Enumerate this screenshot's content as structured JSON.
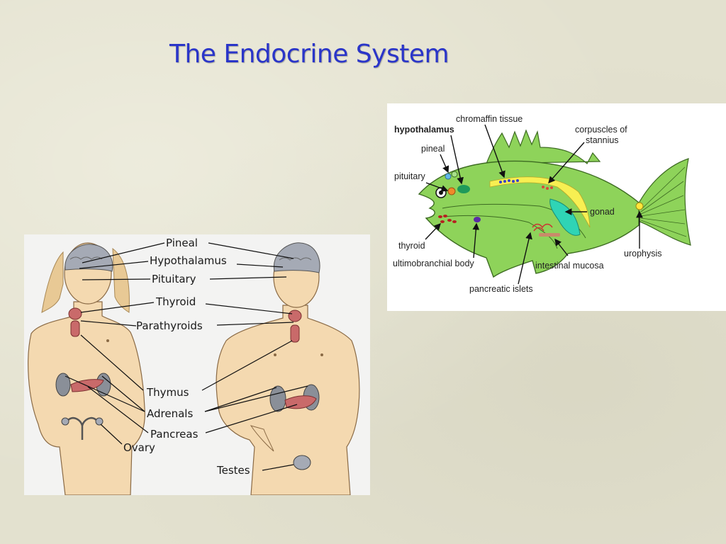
{
  "title": "The Endocrine System",
  "human_diagram": {
    "labels": {
      "pineal": "Pineal",
      "hypothalamus": "Hypothalamus",
      "pituitary": "Pituitary",
      "thyroid": "Thyroid",
      "parathyroids": "Parathyroids",
      "thymus": "Thymus",
      "adrenals": "Adrenals",
      "pancreas": "Pancreas",
      "ovary": "Ovary",
      "testes": "Testes"
    }
  },
  "fish_diagram": {
    "labels": {
      "chromaffin": "chromaffin tissue",
      "hypothalamus": "hypothalamus",
      "corpuscles_1": "corpuscles of",
      "corpuscles_2": "stannius",
      "pineal": "pineal",
      "pituitary": "pituitary",
      "gonad": "gonad",
      "thyroid": "thyroid",
      "urophysis": "urophysis",
      "ultimobranchial": "ultimobranchial body",
      "intestinal": "intestinal mucosa",
      "pancreatic": "pancreatic islets"
    }
  },
  "colors": {
    "title": "#2a35c9",
    "fish_body": "#8ed35a",
    "skin": "#f4d9b0",
    "organ": "#c96a6a"
  }
}
